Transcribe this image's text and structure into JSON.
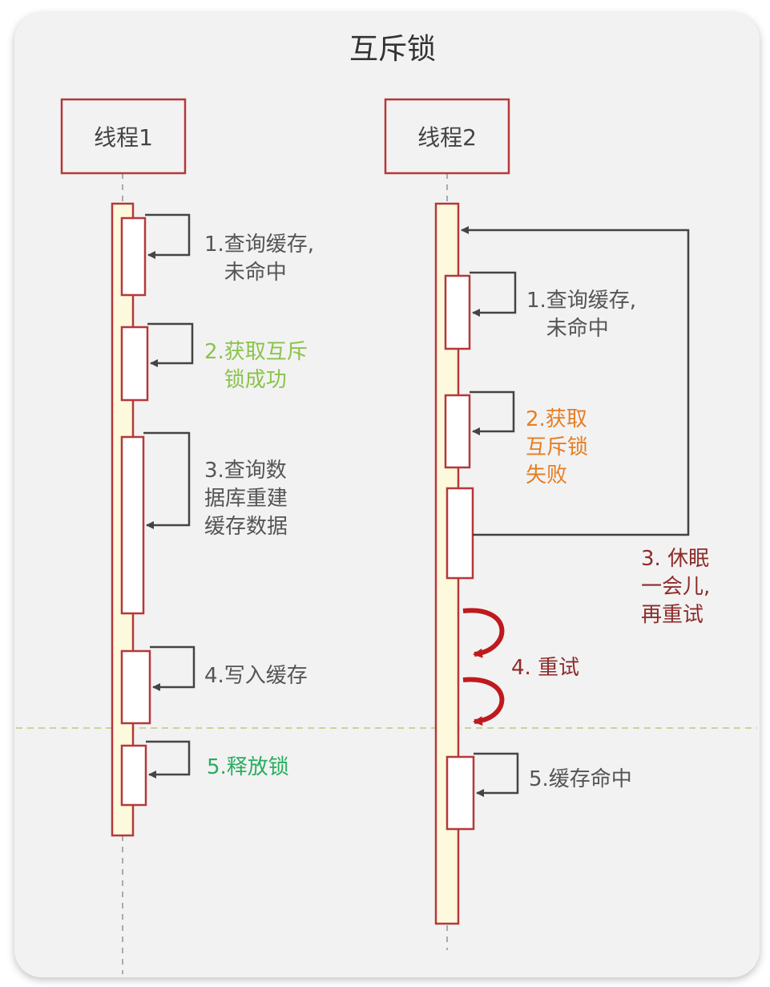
{
  "title": "互斥锁",
  "thread1": {
    "header": "线程1",
    "steps": [
      {
        "text": "1.查询缓存,\n   未命中",
        "color": "gray"
      },
      {
        "text": "2.获取互斥\n   锁成功",
        "color": "light-green"
      },
      {
        "text": "3.查询数\n据库重建\n缓存数据",
        "color": "gray"
      },
      {
        "text": "4.写入缓存",
        "color": "gray"
      },
      {
        "text": "5.释放锁",
        "color": "green"
      }
    ]
  },
  "thread2": {
    "header": "线程2",
    "steps": [
      {
        "text": "1.查询缓存,\n   未命中",
        "color": "gray"
      },
      {
        "text": "2.获取\n互斥锁\n失败",
        "color": "orange"
      },
      {
        "text": "3. 休眠\n一会儿,\n再重试",
        "color": "dark-red"
      },
      {
        "text": "4. 重试",
        "color": "dark-red"
      },
      {
        "text": "5.缓存命中",
        "color": "gray"
      }
    ]
  },
  "colors": {
    "box_border": "#b5383a",
    "lifeline_fill": "#fdf9dc",
    "activation_fill": "#ffffff",
    "arrow": "#444444",
    "retry_arrow": "#c0191d",
    "separator": "#c8d49a"
  }
}
